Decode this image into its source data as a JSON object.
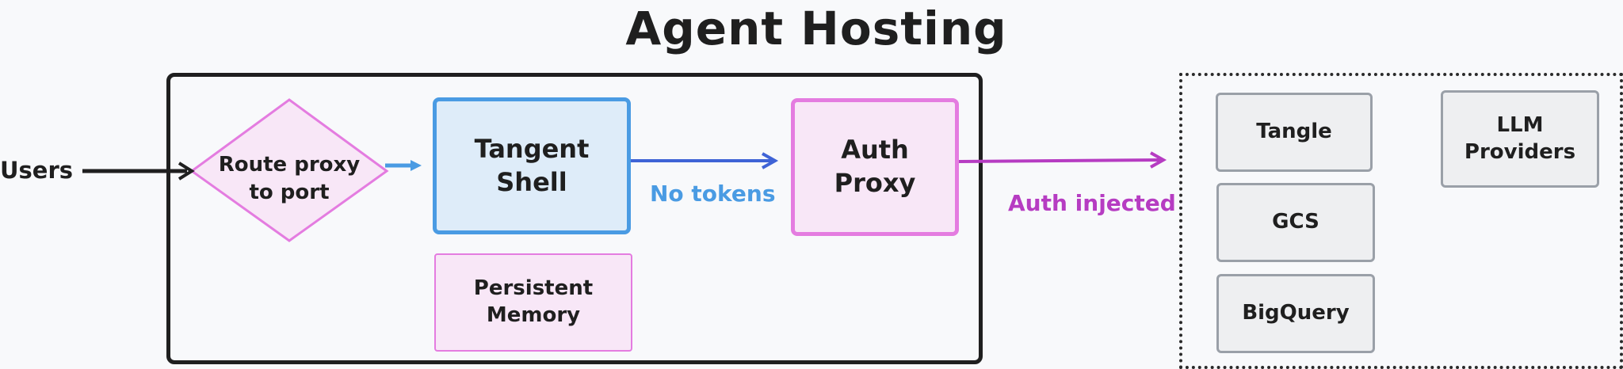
{
  "title": "Agent Hosting",
  "labels": {
    "users": "Users",
    "no_tokens": "No tokens",
    "auth_injected": "Auth injected"
  },
  "nodes": {
    "route_proxy": "Route proxy\nto port",
    "tangent_shell": "Tangent\nShell",
    "auth_proxy": "Auth\nProxy",
    "persistent_memory": "Persistent\nMemory"
  },
  "external": {
    "tangle": "Tangle",
    "gcs": "GCS",
    "bigquery": "BigQuery",
    "llm_providers": "LLM\nProviders"
  },
  "colors": {
    "blue": "#4a9be3",
    "blue_fill": "#deecf9",
    "pink": "#e47ce0",
    "pink_fill": "#f8e7f7",
    "purple": "#b63cc2",
    "arrow_blue": "#3f63d6",
    "gray_border": "#9aa0a8",
    "gray_fill": "#eeeff1"
  }
}
